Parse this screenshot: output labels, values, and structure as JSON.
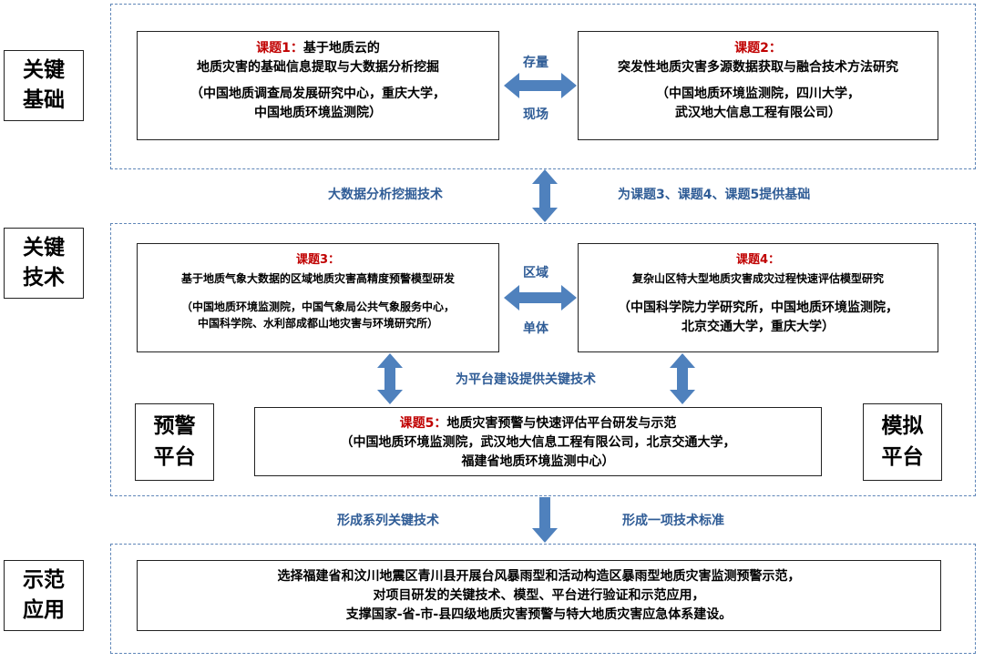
{
  "colors": {
    "arrow": "#4f81bd",
    "label": "#2f5c96",
    "accent_red": "#c00000",
    "dash": "#5f86b8"
  },
  "sections": {
    "foundation": {
      "line1": "关键",
      "line2": "基础"
    },
    "technology": {
      "line1": "关键",
      "line2": "技术"
    },
    "demo": {
      "line1": "示范",
      "line2": "应用"
    }
  },
  "topic1": {
    "tag": "课题1：",
    "title1": "基于地质云的",
    "title2": "地质灾害的基础信息提取与大数据分析挖掘",
    "org1": "（中国地质调查局发展研究中心，重庆大学，",
    "org2": "中国地质环境监测院）"
  },
  "topic2": {
    "tag": "课题2：",
    "title": "突发性地质灾害多源数据获取与融合技术方法研究",
    "org1": "（中国地质环境监测院，四川大学，",
    "org2": "武汉地大信息工程有限公司）"
  },
  "topic3": {
    "tag": "课题3：",
    "title": "基于地质气象大数据的区域地质灾害高精度预警模型研发",
    "org1": "（中国地质环境监测院，中国气象局公共气象服务中心，",
    "org2": "中国科学院、水利部成都山地灾害与环境研究所）"
  },
  "topic4": {
    "tag": "课题4：",
    "title": "复杂山区特大型地质灾害成灾过程快速评估模型研究",
    "org1": "（中国科学院力学研究所，中国地质环境监测院，",
    "org2": "北京交通大学，重庆大学）"
  },
  "topic5": {
    "tag": "课题5：",
    "title": "地质灾害预警与快速评估平台研发与示范",
    "org1": "（中国地质环境监测院，武汉地大信息工程有限公司，北京交通大学，",
    "org2": "福建省地质环境监测中心）"
  },
  "labels": {
    "stock": "存量",
    "field": "现场",
    "bigdata": "大数据分析挖掘技术",
    "provide_base": "为课题3、课题4、课题5提供基础",
    "region": "区域",
    "single": "单体",
    "platform_tech": "为平台建设提供关键技术",
    "series_tech": "形成系列关键技术",
    "standard": "形成一项技术标准"
  },
  "platforms": {
    "warning": {
      "line1": "预警",
      "line2": "平台"
    },
    "simulation": {
      "line1": "模拟",
      "line2": "平台"
    }
  },
  "demo": {
    "line1": "选择福建省和汶川地震区青川县开展台风暴雨型和活动构造区暴雨型地质灾害监测预警示范，",
    "line2": "对项目研发的关键技术、模型、平台进行验证和示范应用，",
    "line3": "支撑国家-省-市-县四级地质灾害预警与特大地质灾害应急体系建设。"
  }
}
